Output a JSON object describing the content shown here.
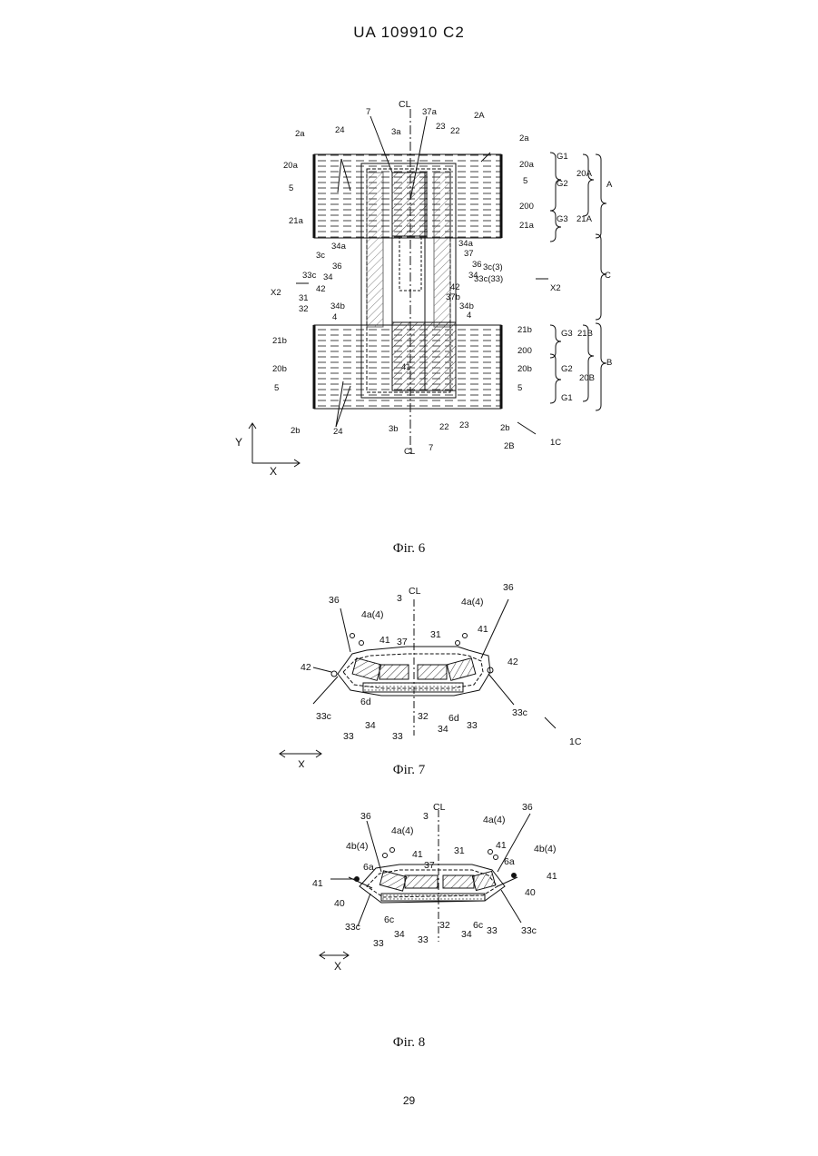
{
  "header": {
    "patent_number": "UA   109910   C2"
  },
  "figures": [
    {
      "caption": "Фіг. 6",
      "labels": [
        "CL",
        "7",
        "37a",
        "2A",
        "2a",
        "3a",
        "23",
        "22",
        "24",
        "20a",
        "5",
        "21a",
        "200",
        "G1",
        "G2",
        "G3",
        "20A",
        "21A",
        "A",
        "34a",
        "3c",
        "36",
        "37",
        "3c(3)",
        "33c",
        "34",
        "33c(33)",
        "X2",
        "42",
        "31",
        "32",
        "34b",
        "37b",
        "4",
        "21b",
        "20b",
        "21B",
        "20B",
        "B",
        "C",
        "41",
        "3b",
        "2b",
        "2B",
        "1C",
        "Y",
        "X"
      ]
    },
    {
      "caption": "Фіг. 7",
      "labels": [
        "36",
        "3",
        "CL",
        "4a(4)",
        "41",
        "37",
        "31",
        "42",
        "33c",
        "6d",
        "34",
        "33",
        "32",
        "1C",
        "X"
      ]
    },
    {
      "caption": "Фіг. 8",
      "labels": [
        "36",
        "3",
        "CL",
        "4a(4)",
        "4b(4)",
        "41",
        "37",
        "31",
        "6a",
        "40",
        "33c",
        "6c",
        "34",
        "33",
        "32",
        "X"
      ]
    }
  ],
  "page_number": "29"
}
